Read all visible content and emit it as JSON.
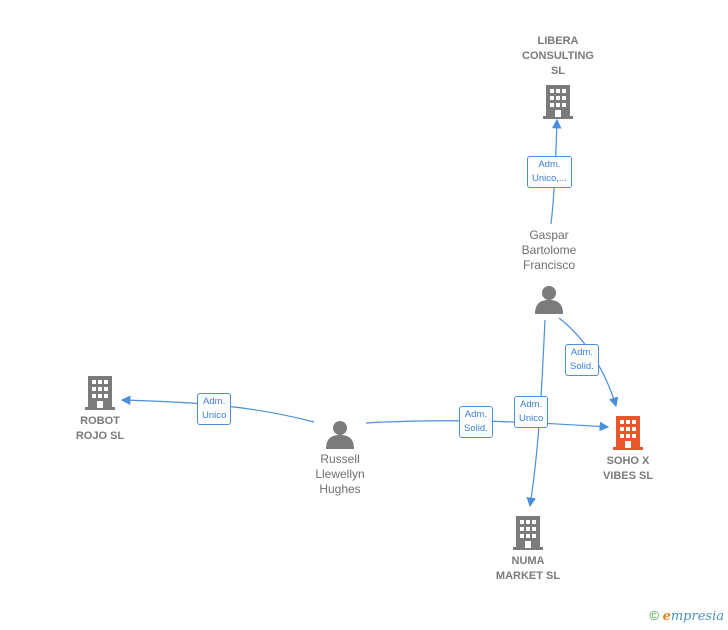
{
  "nodes": {
    "libera": {
      "label": "LIBERA\nCONSULTING\nSL",
      "icon": "building-icon"
    },
    "gaspar": {
      "label": "Gaspar\nBartolome\nFrancisco",
      "icon": "person-icon"
    },
    "robot": {
      "label": "ROBOT\nROJO  SL",
      "icon": "building-icon"
    },
    "russell": {
      "label": "Russell\nLlewellyn\nHughes",
      "icon": "person-icon"
    },
    "soho": {
      "label": "SOHO X\nVIBES  SL",
      "icon": "building-icon",
      "color": "#e8562a"
    },
    "numa": {
      "label": "NUMA\nMARKET  SL",
      "icon": "building-icon"
    }
  },
  "edges": {
    "gaspar_libera": "Adm.\nUnico,...",
    "gaspar_soho": "Adm.\nSolid.",
    "russell_robot": "Adm.\nUnico",
    "russell_soho": "Adm.\nSolid.",
    "gaspar_numa": "Adm.\nUnico"
  },
  "colors": {
    "edge": "#4a8fd9",
    "building": "#7b7b7b",
    "highlight": "#e8562a"
  },
  "footer": {
    "copyright": "©",
    "brand_e": "e",
    "brand_rest": "mpresia"
  }
}
